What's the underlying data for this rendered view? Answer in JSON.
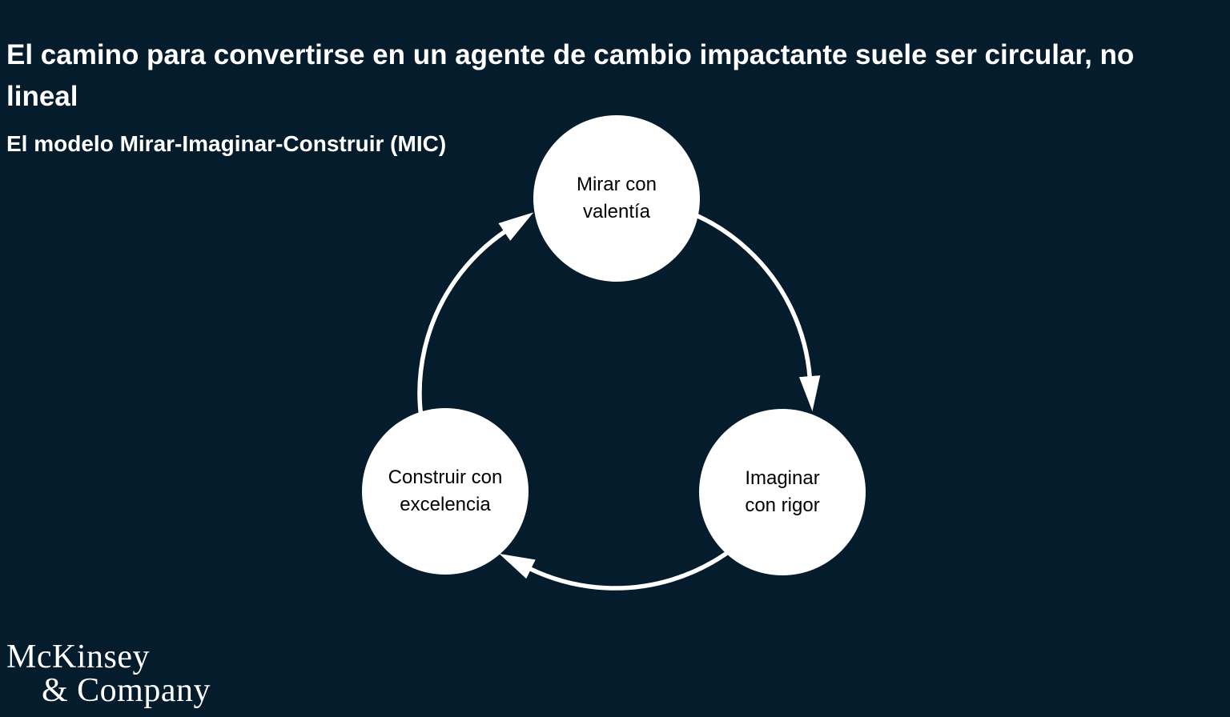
{
  "colors": {
    "background": "#051C2C",
    "text_light": "#FFFFFF",
    "node_fill": "#FFFFFF",
    "node_text": "#000000",
    "arrow": "#FFFFFF"
  },
  "header": {
    "title": "El camino para convertirse en un agente de cambio impactante suele ser circular, no lineal",
    "subtitle": "El modelo Mirar-Imaginar-Construir (MIC)"
  },
  "diagram": {
    "type": "cycle",
    "direction": "clockwise",
    "nodes": [
      {
        "id": "mirar",
        "label": "Mirar con valentía",
        "line1": "Mirar con",
        "line2": "valentía"
      },
      {
        "id": "imaginar",
        "label": "Imaginar con rigor",
        "line1": "Imaginar",
        "line2": "con rigor"
      },
      {
        "id": "construir",
        "label": "Construir con excelencia",
        "line1": "Construir con",
        "line2": "excelencia"
      }
    ],
    "arrows": [
      {
        "from": "mirar",
        "to": "imaginar"
      },
      {
        "from": "imaginar",
        "to": "construir"
      },
      {
        "from": "construir",
        "to": "mirar"
      }
    ]
  },
  "footer": {
    "logo_line1": "McKinsey",
    "logo_line2": "& Company"
  }
}
